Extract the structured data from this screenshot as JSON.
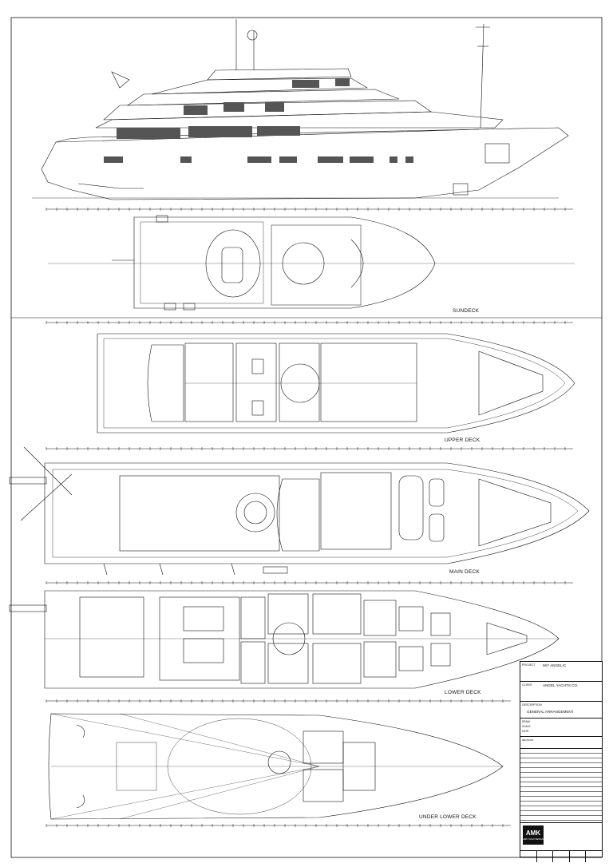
{
  "decks": {
    "sundeck": "SUNDECK",
    "upper": "UPPER DECK",
    "main": "MAIN DECK",
    "lower": "LOWER DECK",
    "under_lower": "UNDER LOWER DECK"
  },
  "title_block": {
    "project_label": "PROJECT",
    "project_value": "M/Y ANGELIC",
    "client_label": "CLIENT",
    "client_value": "ANGEL YACHTS CO.",
    "description_label": "DESCRIPTION",
    "description_value": "GENERAL ARRANGEMENT",
    "meta": [
      "DRAW:",
      "SCALE:",
      "DATE:"
    ],
    "revision_label": "REVISION",
    "logo": "AMK",
    "logo_sub": "AMK YACHT DESIGN"
  },
  "colors": {
    "line": "#111111",
    "ink_light": "#777777",
    "paper": "#ffffff"
  }
}
